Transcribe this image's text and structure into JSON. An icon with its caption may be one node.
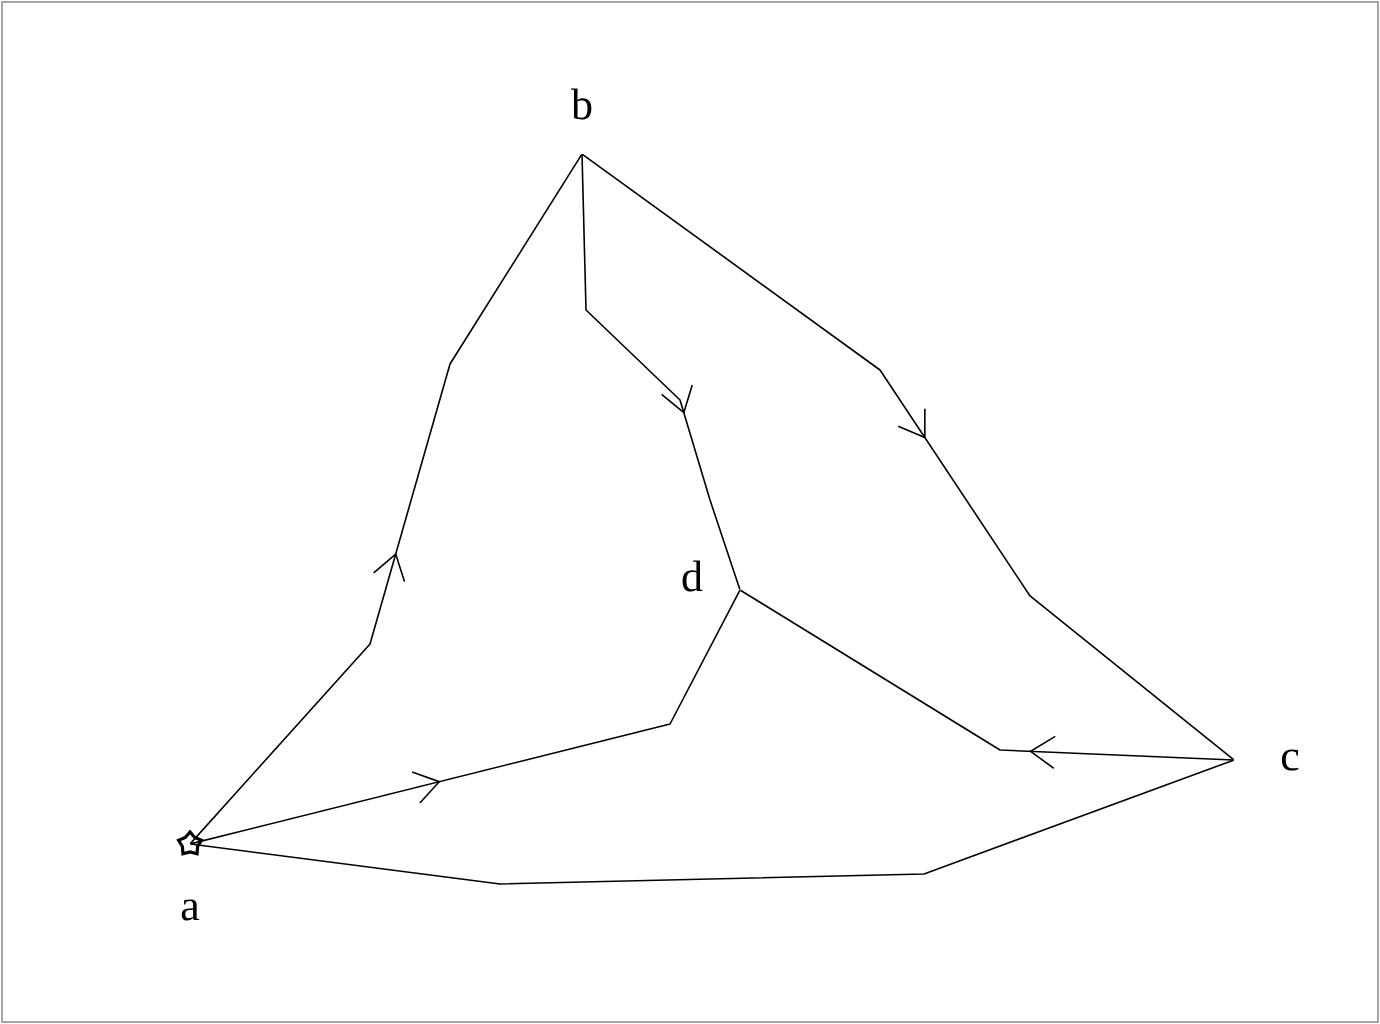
{
  "diagram": {
    "nodes": [
      {
        "text": [
          "a"
        ]
      },
      {
        "text": [
          "b"
        ]
      },
      {
        "text": [
          "c"
        ]
      },
      {
        "text": [
          "d"
        ]
      }
    ],
    "edges": [
      {
        "from": 0,
        "to": 1,
        "arrow": "to"
      },
      {
        "from": 1,
        "to": 3,
        "arrow": "to"
      },
      {
        "from": 1,
        "to": 2,
        "arrow": "to"
      },
      {
        "from": 2,
        "to": 3,
        "arrow": "to"
      },
      {
        "from": 0,
        "to": 3,
        "arrow": "to"
      },
      {
        "from": 0,
        "to": 2,
        "arrow": "none"
      }
    ]
  }
}
